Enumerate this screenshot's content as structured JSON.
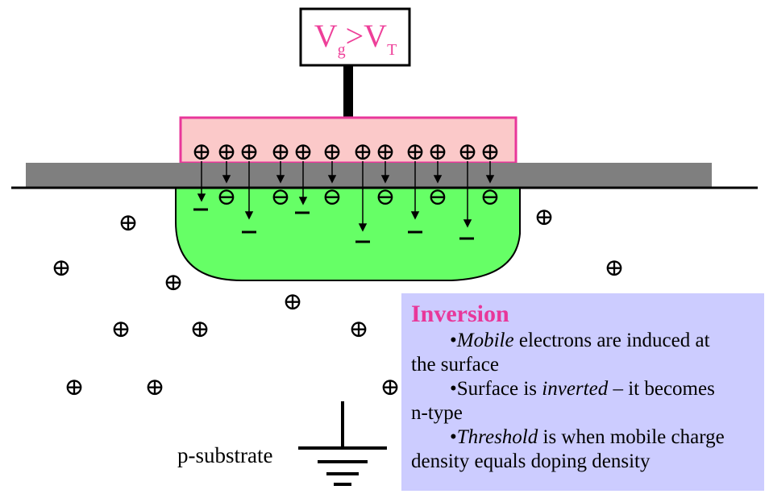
{
  "gate_label": {
    "main": "V",
    "sub_g": "g",
    "op": ">",
    "main2": "V",
    "sub_t": "T",
    "color": "#ee3f99"
  },
  "substrate_label": "p-substrate",
  "colors": {
    "gate_fill": "#fbc9c9",
    "gate_border": "#e8379a",
    "oxide": "#7f7f7f",
    "channel": "#66ff66",
    "info_bg": "#ccccff",
    "title": "#e8379a"
  },
  "info": {
    "title": "Inversion",
    "bullets": [
      {
        "bullet": "•",
        "em": "Mobile",
        "text": " electrons are induced at",
        "cont": "the surface"
      },
      {
        "bullet": "•",
        "pre": "Surface is ",
        "em": "inverted",
        "text": " – it becomes",
        "cont": "n-type"
      },
      {
        "bullet": "•",
        "em": "Threshold",
        "text": " is when mobile charge",
        "cont": "density equals doping density"
      }
    ]
  },
  "symbols": {
    "plus": "⊕",
    "minus": "⊖",
    "bar": "−"
  }
}
